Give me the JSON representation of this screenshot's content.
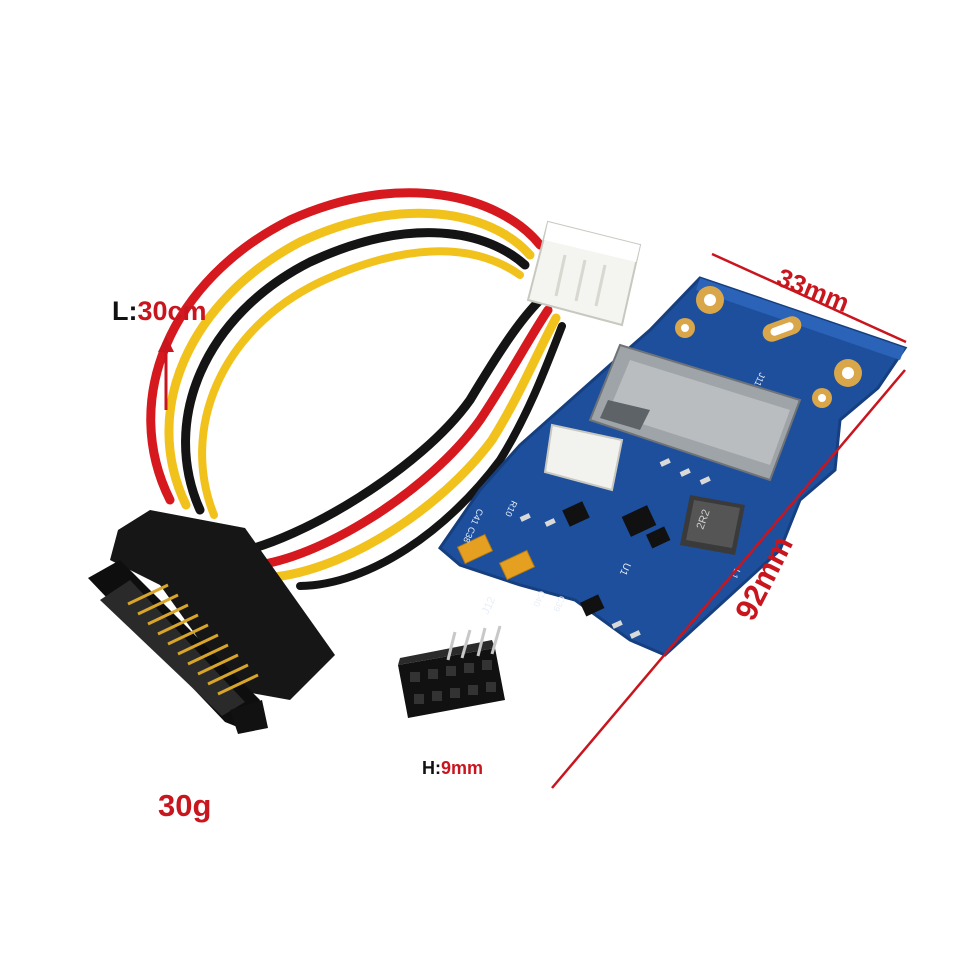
{
  "product": {
    "name": "Mini PCIe to USB header adapter with SATA power cable",
    "colors": {
      "pcb": "#1d4f9c",
      "label_red": "#c9151e",
      "cable_yellow": "#f2c21c",
      "cable_red": "#d6191e",
      "cable_black": "#141414"
    }
  },
  "labels": {
    "length_prefix": "L:",
    "length_value": "30cm",
    "height_prefix": "H:",
    "height_value": "9mm",
    "width": "33mm",
    "pcb_length": "92mm",
    "weight": "30g"
  },
  "pcb_markings": {
    "j12": "J12",
    "u1": "U1",
    "c40": "C40",
    "c39": "C39",
    "c41": "C41",
    "c38": "C38",
    "r10": "R10",
    "l1": "L1",
    "j11": "J11",
    "inductor": "2R2"
  },
  "icons": [
    "up-arrow-icon",
    "dimension-line-icon"
  ]
}
